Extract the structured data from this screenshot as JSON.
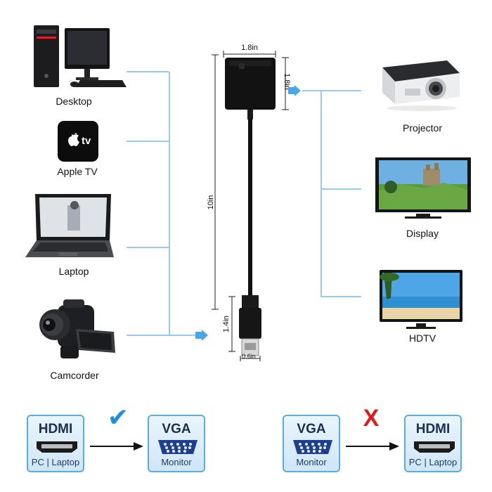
{
  "sources": [
    {
      "label": "Desktop"
    },
    {
      "label": "Apple TV",
      "logo_text": "tv"
    },
    {
      "label": "Laptop"
    },
    {
      "label": "Camcorder"
    }
  ],
  "outputs": [
    {
      "label": "Projector"
    },
    {
      "label": "Display"
    },
    {
      "label": "HDTV"
    }
  ],
  "dimensions": {
    "adapter_width": "1.8in",
    "adapter_height": "1.8in",
    "cable_length": "10in",
    "plug_length": "1.4in",
    "plug_width": "0.6in"
  },
  "compatibility": [
    {
      "from_title": "HDMI",
      "from_sub": "PC | Laptop",
      "to_title": "VGA",
      "to_sub": "Monitor",
      "mark": "✔",
      "mark_color": "#1e8fe0"
    },
    {
      "from_title": "VGA",
      "from_sub": "Monitor",
      "to_title": "HDMI",
      "to_sub": "PC | Laptop",
      "mark": "X",
      "mark_color": "#e01b1b"
    }
  ],
  "colors": {
    "flow_line": "#9cc8ea",
    "card_border": "#58aee3"
  }
}
